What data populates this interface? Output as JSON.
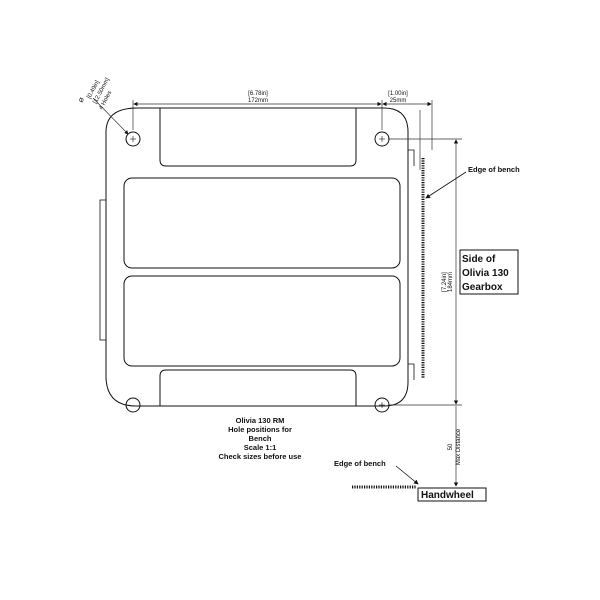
{
  "dimensions": {
    "hole_diameter": [
      "[0.49in]",
      "[12.50mm]",
      "4 Holes"
    ],
    "hole_spacing_top": [
      "[6.78in]",
      "172mm"
    ],
    "edge_offset": [
      "[1.00in]",
      "25mm"
    ],
    "hole_spacing_side": [
      "[7.24in]",
      "184mm"
    ],
    "max_distance": [
      "50",
      "Max Distance"
    ]
  },
  "labels": {
    "edge_of_bench_right": "Edge of bench",
    "edge_of_bench_bottom": "Edge of bench",
    "side_box": [
      "Side of",
      "Olivia 130",
      "Gearbox"
    ],
    "handwheel": "Handwheel"
  },
  "notes": [
    "Olivia 130 RM",
    "Hole positions for",
    "Bench",
    "Scale 1:1",
    "Check sizes before use"
  ],
  "colors": {
    "line": "#111111",
    "dim_line": "#333333"
  }
}
